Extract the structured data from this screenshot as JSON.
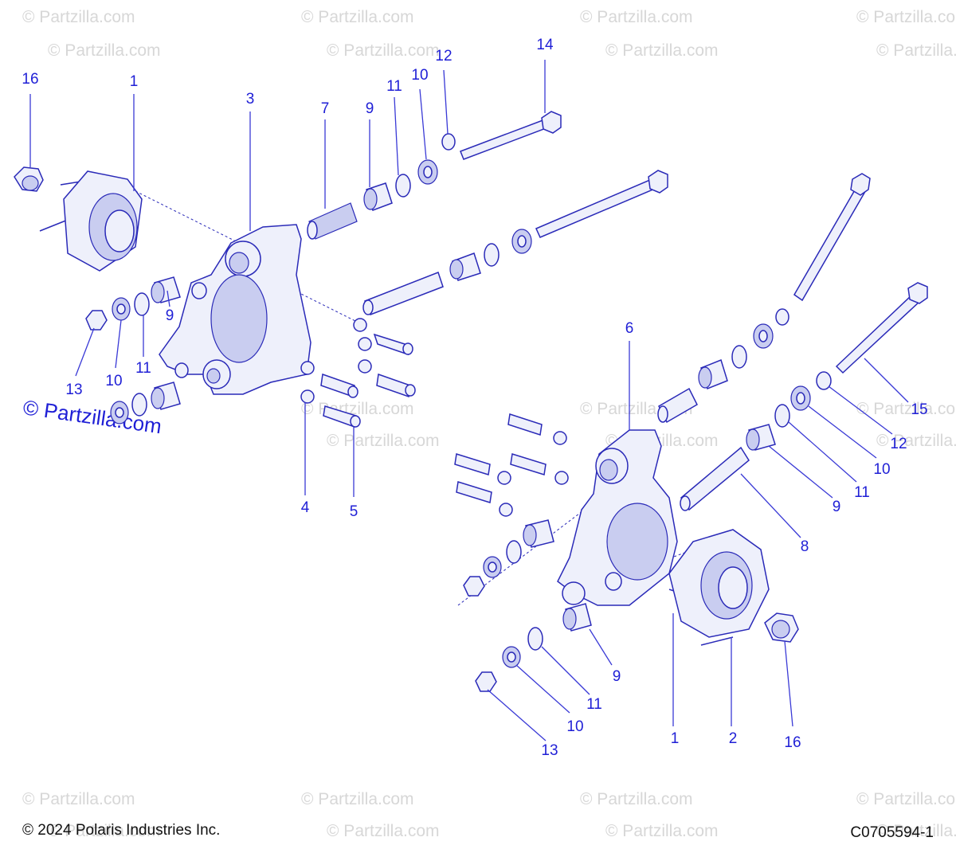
{
  "watermark": "© Partzilla.com",
  "watermark_large": "© Partzilla.com",
  "footer": {
    "copyright": "© 2024 Polaris Industries Inc.",
    "diagram_code": "C0705594-1"
  },
  "callouts": {
    "c16a": "16",
    "c1a": "1",
    "c3": "3",
    "c7": "7",
    "c9a": "9",
    "c11a": "11",
    "c10a": "10",
    "c12a": "12",
    "c14": "14",
    "c9b": "9",
    "c13a": "13",
    "c10b": "10",
    "c11b": "11",
    "c4": "4",
    "c5": "5",
    "c6": "6",
    "c15": "15",
    "c12b": "12",
    "c10c": "10",
    "c11c": "11",
    "c9c": "9",
    "c8": "8",
    "c9d": "9",
    "c11d": "11",
    "c10d": "10",
    "c13b": "13",
    "c1b": "1",
    "c2": "2",
    "c16b": "16"
  }
}
